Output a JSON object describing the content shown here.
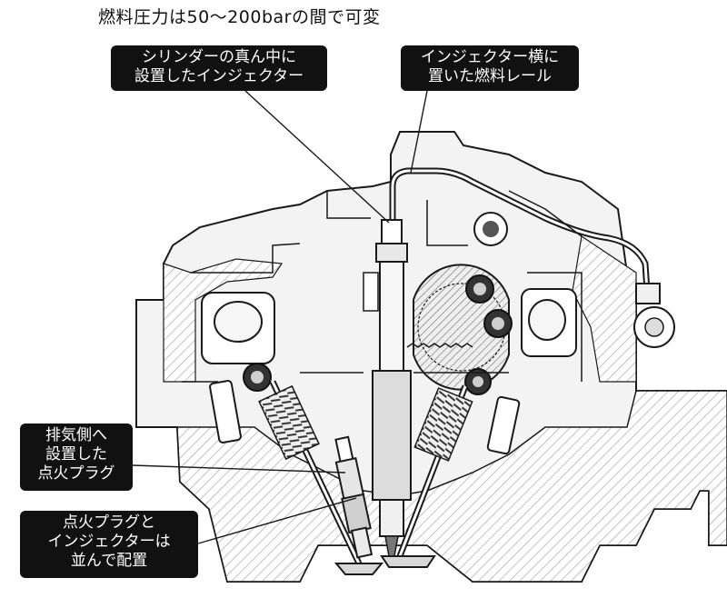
{
  "title": "燃料圧力は50〜200barの間で可変",
  "callouts": {
    "center_injector": {
      "line1": "シリンダーの真ん中に",
      "line2": "設置したインジェクター"
    },
    "fuel_rail": {
      "line1": "インジェクター横に",
      "line2": "置いた燃料レール"
    },
    "spark_plug": {
      "line1": "排気側へ",
      "line2": "設置した",
      "line3": "点火プラグ"
    },
    "side_by_side": {
      "line1": "点火プラグと",
      "line2": "インジェクターは",
      "line3": "並んで配置"
    }
  },
  "colors": {
    "callout_bg": "#111111",
    "callout_text": "#ffffff",
    "line": "#1a1a1a",
    "part_fill": "#f2f2f2",
    "hatch": "#9a9a9a"
  }
}
